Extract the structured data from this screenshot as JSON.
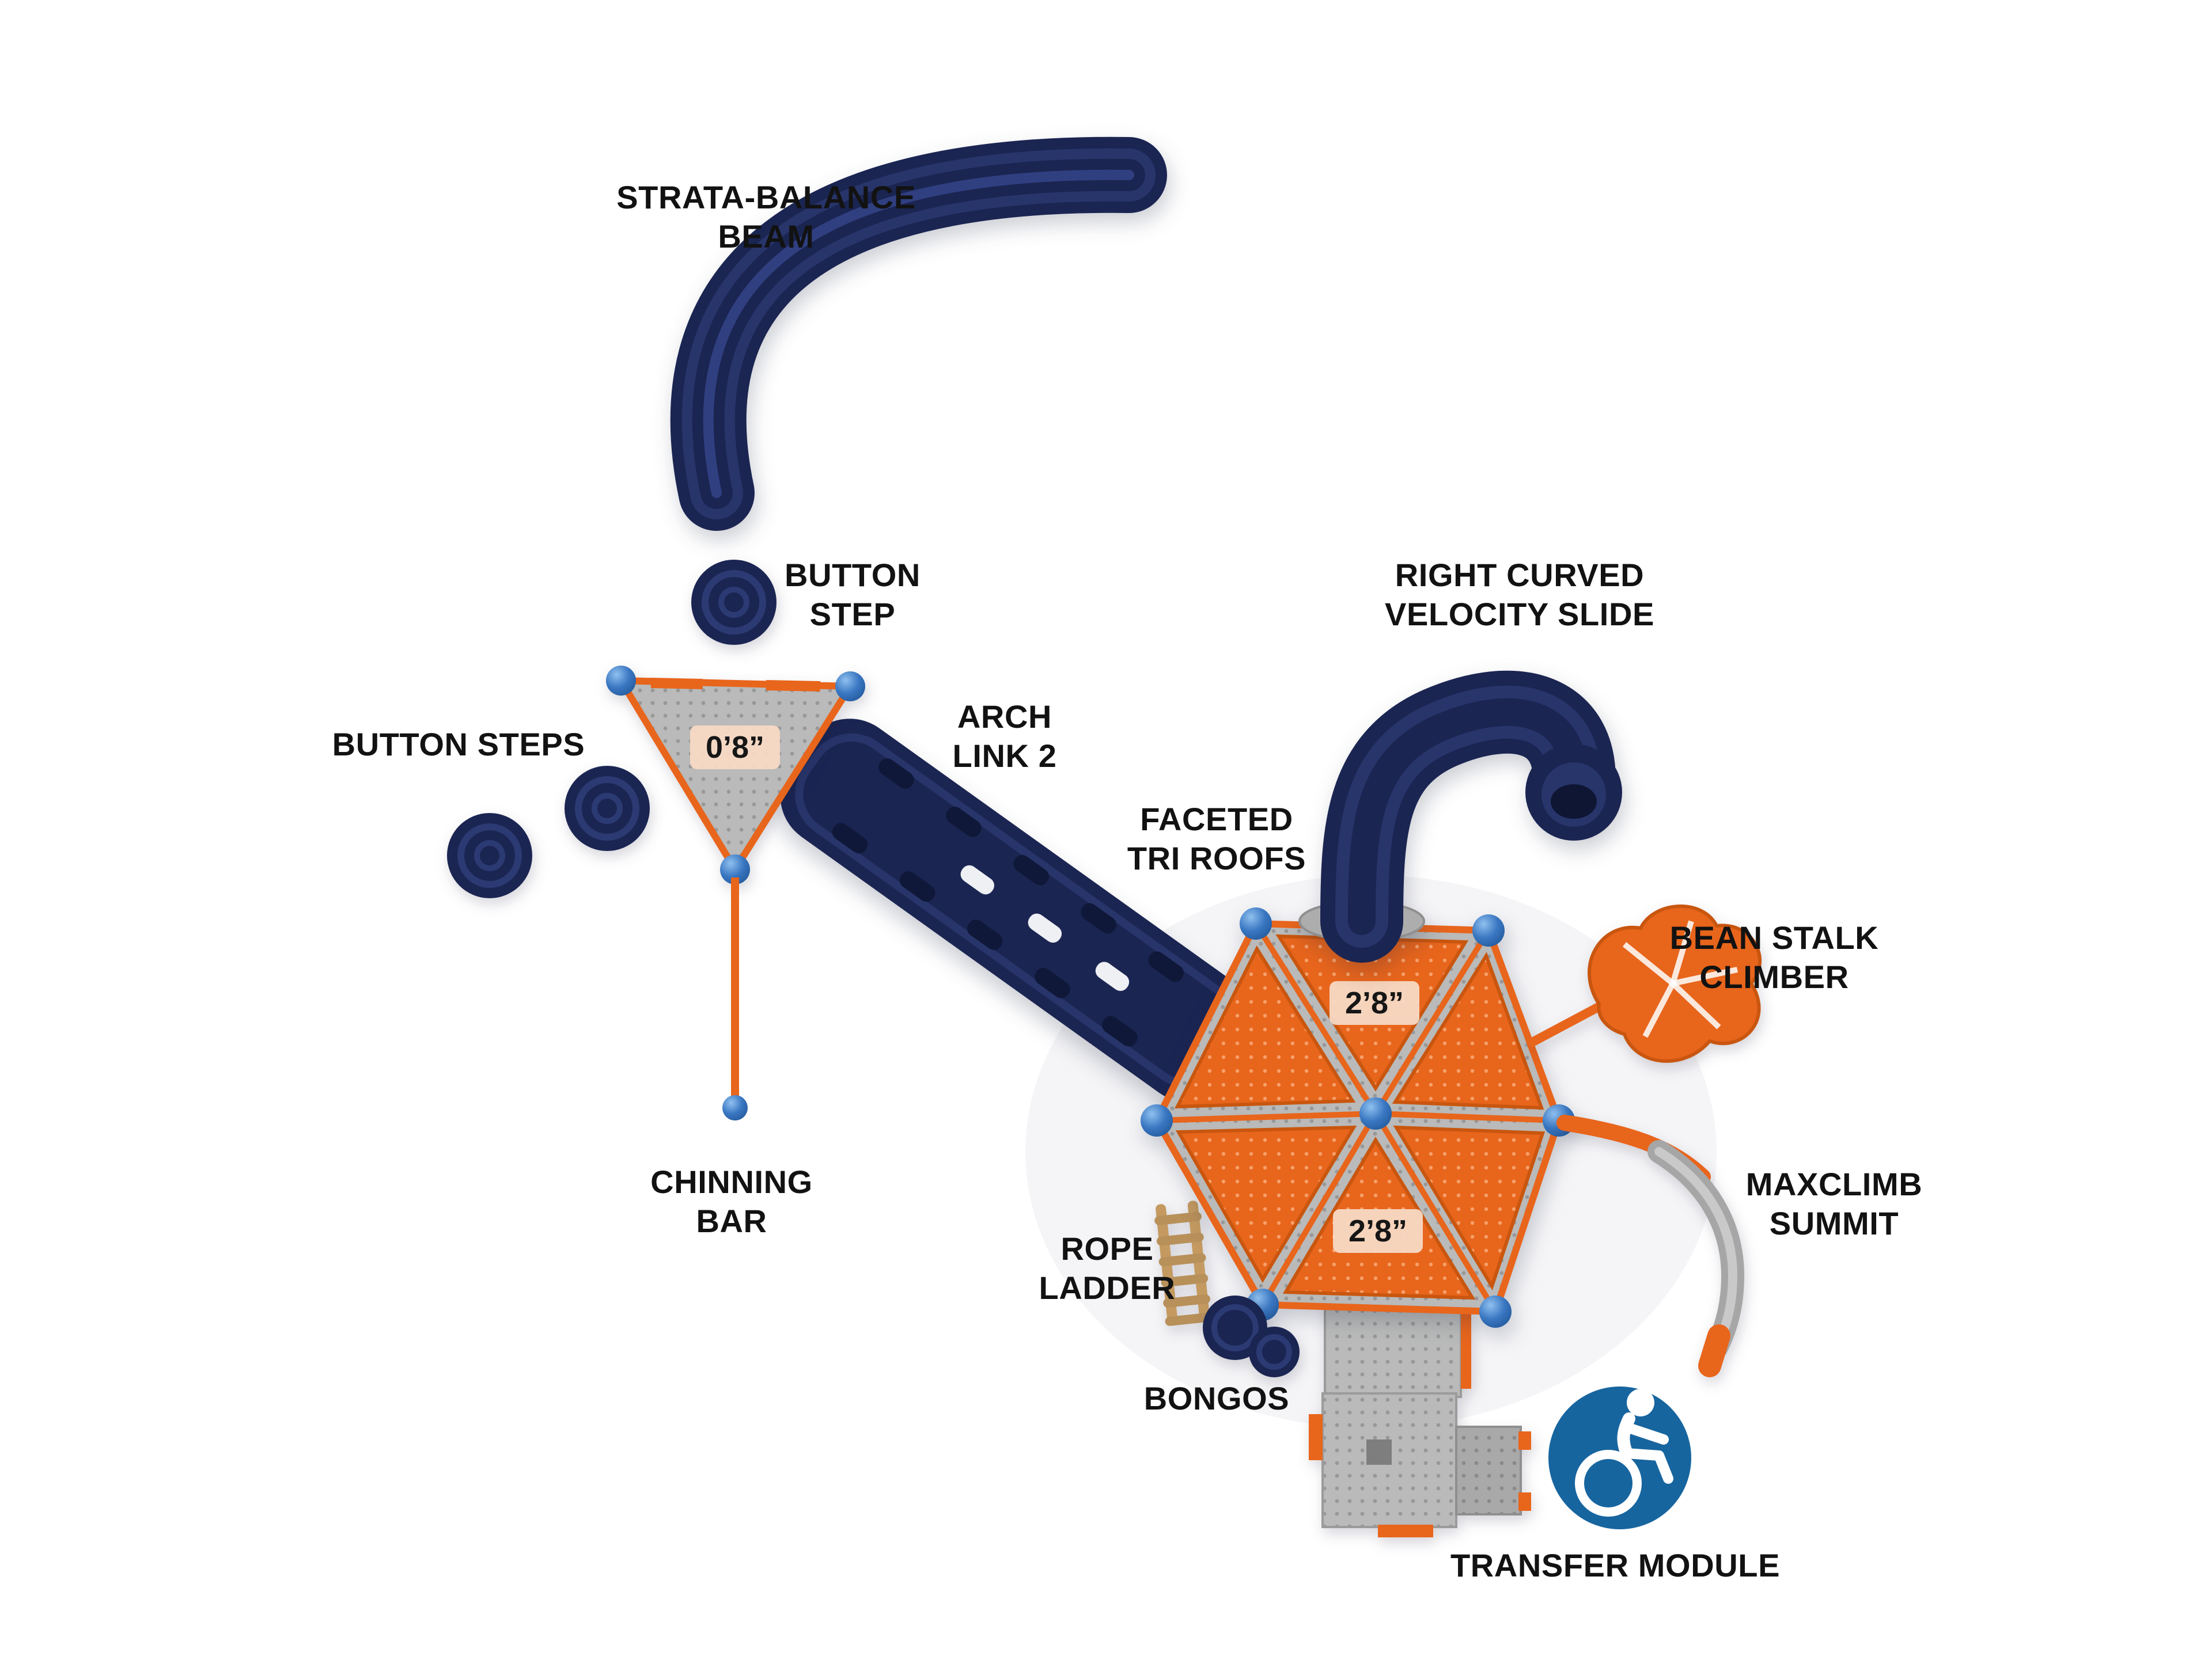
{
  "diagram": {
    "background": "#ffffff",
    "labels": {
      "strata_balance_beam": "STRATA-BALANCE\nBEAM",
      "button_step": "BUTTON\nSTEP",
      "button_steps": "BUTTON STEPS",
      "arch_link_2": "ARCH\nLINK 2",
      "right_curved_velocity_slide": "RIGHT CURVED\nVELOCITY SLIDE",
      "faceted_tri_roofs": "FACETED\nTRI ROOFS",
      "bean_stalk_climber": "BEAN STALK\nCLIMBER",
      "chinning_bar": "CHINNING\nBAR",
      "maxclimb_summit": "MAXCLIMB\nSUMMIT",
      "rope_ladder": "ROPE\nLADDER",
      "bongos": "BONGOS",
      "transfer_module": "TRANSFER MODULE"
    },
    "measurements": {
      "triangle_deck_height": "0’8”",
      "upper_deck_height": "2’8”",
      "lower_deck_height": "2’8”"
    },
    "icons": {
      "accessibility": "wheelchair-accessibility-icon"
    },
    "colors": {
      "navy": "#1b2552",
      "navy_light": "#2c3a74",
      "orange": "#e8651c",
      "orange_dark": "#c9560f",
      "deck_gray": "#b9b9b9",
      "connector_blue": "#3a77c2",
      "accessibility_blue": "#17659f",
      "rope_ladder_tan": "#c49a60",
      "measurement_chip": "#f7d9c4",
      "label_text": "#121212"
    }
  }
}
